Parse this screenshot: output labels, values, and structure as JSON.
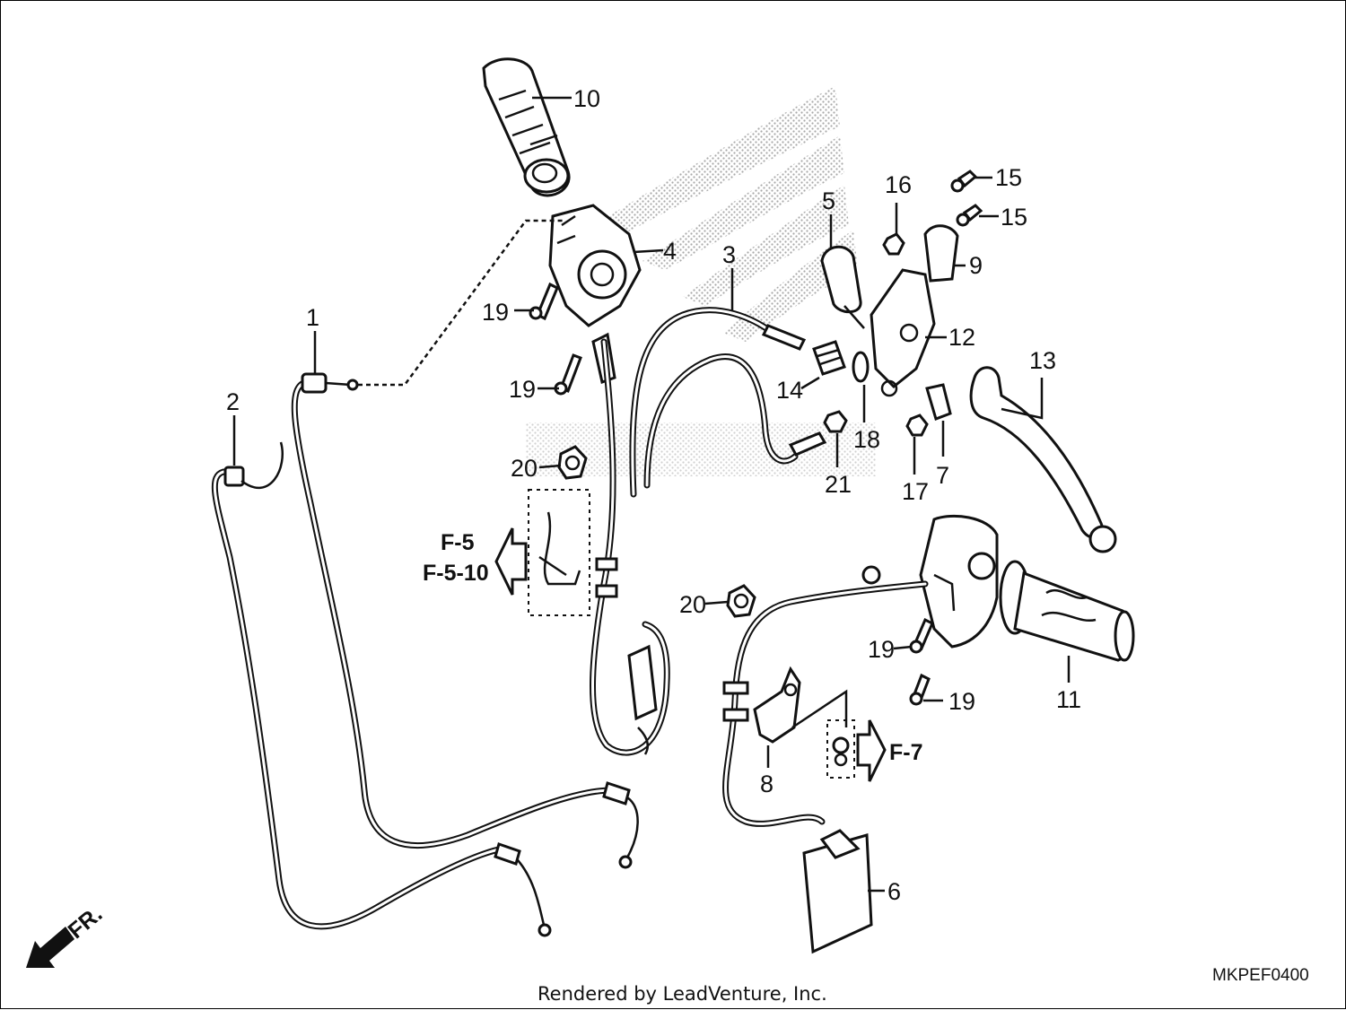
{
  "diagram": {
    "callouts": {
      "c1": "1",
      "c2": "2",
      "c3": "3",
      "c4": "4",
      "c5": "5",
      "c6": "6",
      "c7": "7",
      "c8": "8",
      "c9": "9",
      "c10": "10",
      "c11": "11",
      "c12": "12",
      "c13": "13",
      "c14": "14",
      "c15a": "15",
      "c15b": "15",
      "c16": "16",
      "c17": "17",
      "c18": "18",
      "c19a": "19",
      "c19b": "19",
      "c19c": "19",
      "c19d": "19",
      "c20a": "20",
      "c20b": "20",
      "c21": "21"
    },
    "references": {
      "f5": "F-5",
      "f510": "F-5-10",
      "f7": "F-7",
      "front": "FR."
    },
    "diagram_code": "MKPEF0400",
    "footer": "Rendered by LeadVenture, Inc."
  }
}
